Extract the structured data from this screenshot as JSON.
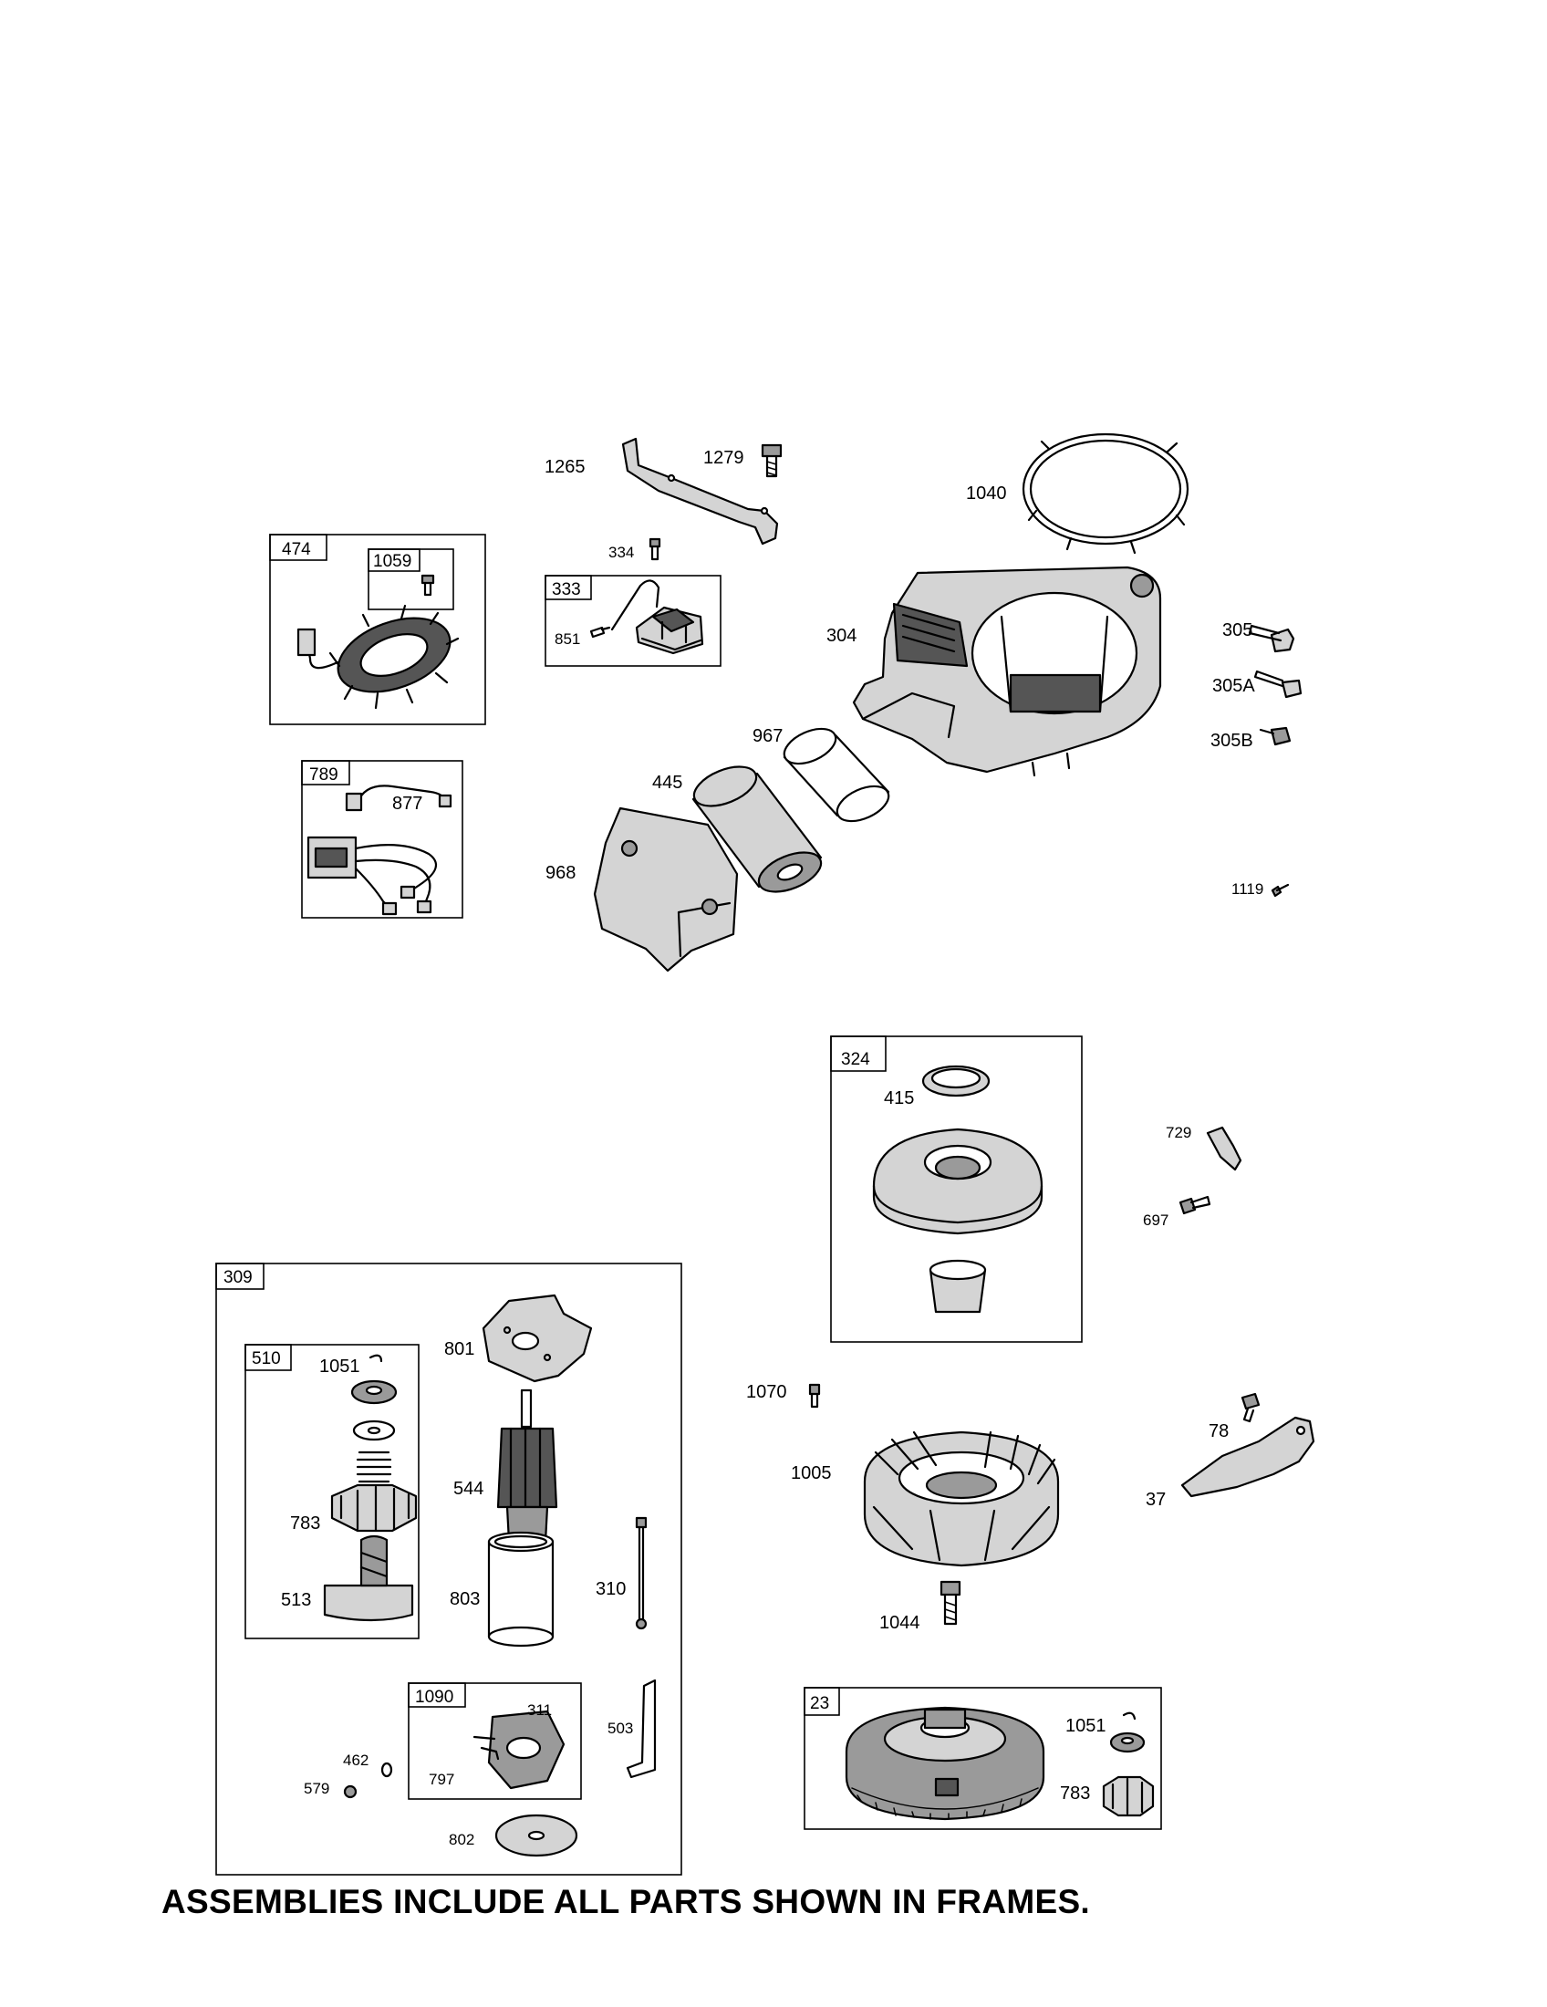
{
  "frames": [
    {
      "id": "474"
    },
    {
      "id": "1059"
    },
    {
      "id": "333"
    },
    {
      "id": "789"
    },
    {
      "id": "324"
    },
    {
      "id": "309"
    },
    {
      "id": "510"
    },
    {
      "id": "1090"
    },
    {
      "id": "23"
    }
  ],
  "labels": [
    {
      "id": "1265"
    },
    {
      "id": "1279"
    },
    {
      "id": "1040"
    },
    {
      "id": "334"
    },
    {
      "id": "851"
    },
    {
      "id": "304"
    },
    {
      "id": "305"
    },
    {
      "id": "305A"
    },
    {
      "id": "305B"
    },
    {
      "id": "877"
    },
    {
      "id": "967"
    },
    {
      "id": "445"
    },
    {
      "id": "968"
    },
    {
      "id": "1119"
    },
    {
      "id": "415"
    },
    {
      "id": "729"
    },
    {
      "id": "697"
    },
    {
      "id": "801"
    },
    {
      "id": "1051"
    },
    {
      "id": "544"
    },
    {
      "id": "783"
    },
    {
      "id": "513"
    },
    {
      "id": "803"
    },
    {
      "id": "310"
    },
    {
      "id": "1070"
    },
    {
      "id": "1005"
    },
    {
      "id": "78"
    },
    {
      "id": "37"
    },
    {
      "id": "1044"
    },
    {
      "id": "311"
    },
    {
      "id": "462"
    },
    {
      "id": "797"
    },
    {
      "id": "579"
    },
    {
      "id": "503"
    },
    {
      "id": "802"
    },
    {
      "id": "1051"
    },
    {
      "id": "783"
    }
  ],
  "footer_note": "ASSEMBLIES INCLUDE ALL PARTS SHOWN IN FRAMES."
}
